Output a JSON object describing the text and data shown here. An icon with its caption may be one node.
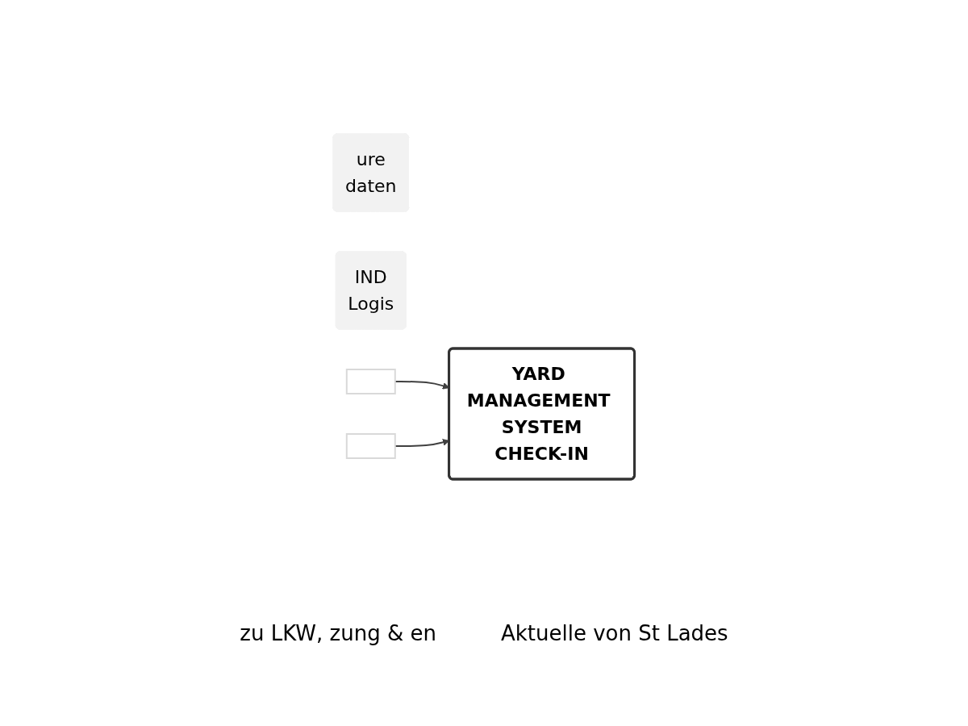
{
  "diagram": {
    "nodes": [
      {
        "text": [
          "ure",
          "daten"
        ]
      },
      {
        "text": [
          "IND",
          "Logis"
        ]
      },
      {
        "text": [],
        "shape": "box"
      },
      {
        "text": [],
        "shape": "box"
      },
      {
        "text": [
          "YARD MANAGEMENT SYSTEM",
          "CHECK-IN"
        ]
      }
    ],
    "edges": [
      {
        "from": 2,
        "to": 4,
        "arrow": "to"
      },
      {
        "from": 3,
        "to": 4,
        "arrow": "to"
      }
    ],
    "labels": [
      "zu LKW, zung & en",
      "Aktuelle von St Lades"
    ]
  }
}
